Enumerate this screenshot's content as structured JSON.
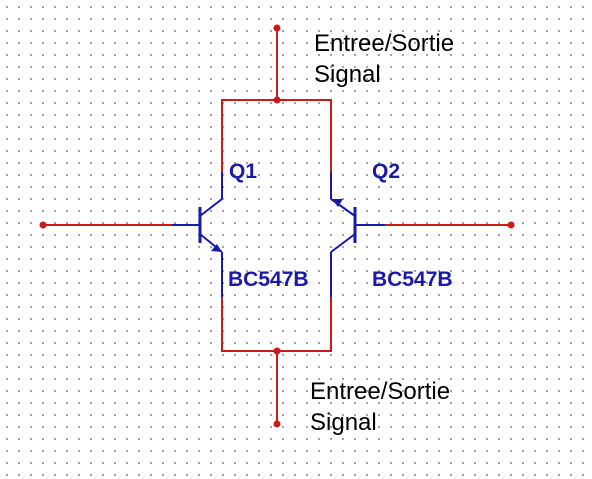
{
  "colors": {
    "wire": "#cc1a1a",
    "component": "#1a1aa8",
    "text": "#000000",
    "grid": "#8c8c8c"
  },
  "net_labels": {
    "top_line1": "Entree/Sortie",
    "top_line2": "Signal",
    "bottom_line1": "Entree/Sortie",
    "bottom_line2": "Signal"
  },
  "components": {
    "q1": {
      "ref": "Q1",
      "part": "BC547B",
      "type": "npn"
    },
    "q2": {
      "ref": "Q2",
      "part": "BC547B",
      "type": "npn"
    }
  }
}
